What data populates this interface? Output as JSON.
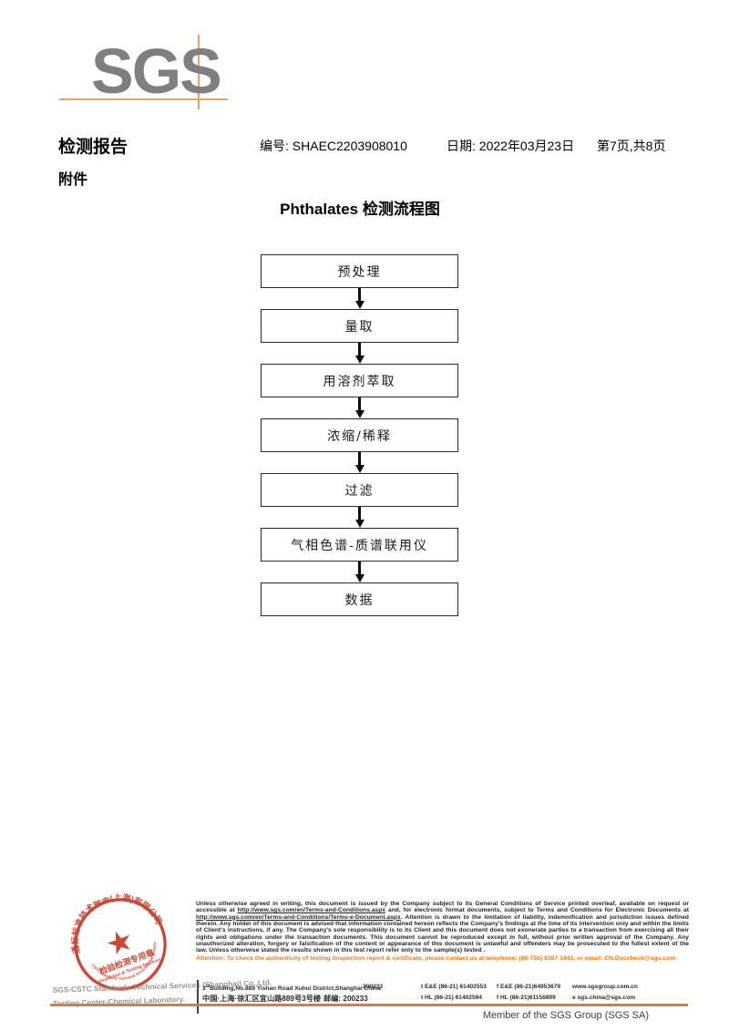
{
  "logo": {
    "text": "SGS"
  },
  "header": {
    "report_title": "检测报告",
    "report_no_label": "编号:",
    "report_no": "SHAEC2203908010",
    "date_label": "日期:",
    "date": "2022年03月23日",
    "page_info": "第7页,共8页",
    "attachment": "附件"
  },
  "flowchart": {
    "title": "Phthalates 检测流程图",
    "steps": [
      "预处理",
      "量取",
      "用溶剂萃取",
      "浓缩/稀释",
      "过滤",
      "气相色谱-质谱联用仪",
      "数据"
    ]
  },
  "stamp": {
    "ring_text": "通标标准技术服务(上海)有限公司",
    "center_line1": "检验检测专用章",
    "center_line2": "Inspection & Testing Services",
    "bottom_arc_text": "SGS-CSTC Standards Technical Services(Shanghai)Co.,Ltd.",
    "star": "★",
    "company_line1": "SGS-CSTC Standards Technical Services (Shanghai) Co.,Ltd.",
    "company_line2": "Testing Center-Chemical Laboratory."
  },
  "footer": {
    "legal_p1": "Unless otherwise agreed in writing, this document is issued by the Company subject to its General Conditions of Service printed overleaf, available on request or accessible at ",
    "legal_link1": "http://www.sgs.com/en/Terms-and-Conditions.aspx",
    "legal_p2": " and, for electronic format documents, subject to Terms and Conditions for Electronic Documents at ",
    "legal_link2": "http://www.sgs.com/en/Terms-and-Conditions/Terms-e-Document.aspx",
    "legal_p3": ". Attention is drawn to the limitation of liability, indemnification and jurisdiction issues defined therein. Any holder of this document is advised that information contained hereon reflects the Company's findings at the time of its intervention only and within the limits of Client's instructions, if any. The Company's sole responsibility is to its Client and this document does not exonerate parties to a transaction from exercising all their rights and obligations under the transaction documents. This document cannot be reproduced except in full, without prior written approval of the Company. Any unauthorized alteration, forgery or falsification of the content or appearance of this document is unlawful and offenders may be prosecuted to the fullest extent of the law. Unless otherwise stated the results shown in this test report refer only to the sample(s) tested .",
    "attention_text": "Attention: To check the authenticity of testing /inspection report & certificate, please contact us at telephone: (86-755) 8307 1443, or email: CN.Doccheck@sgs.com",
    "address_en_num": "3",
    "address_en_sup": "rd",
    "address_en_rest": "Building,No.889 Yishan Road Xuhui District,Shanghai China",
    "postcode_en": "200233",
    "address_cn": "中国·上海·徐汇区宜山路889号3号楼",
    "postcode_cn_label": "邮编:",
    "postcode_cn": "200233",
    "tel1": "t E&E (86-21) 61402553",
    "fax1": "f E&E (86-21)64953679",
    "website": "www.sgsgroup.com.cn",
    "tel2": "t HL (86-21) 61402594",
    "fax2": "f HL (86-21)61156899",
    "email": "e  sgs.china@sgs.com",
    "member_text": "Member of the SGS Group (SGS SA)"
  },
  "colors": {
    "accent_orange": "#e2a368",
    "attention_orange": "#e87a1e",
    "footer_line_orange": "#c8834d",
    "stamp_red": "#c43a28",
    "logo_gray": "#7f7f81"
  }
}
